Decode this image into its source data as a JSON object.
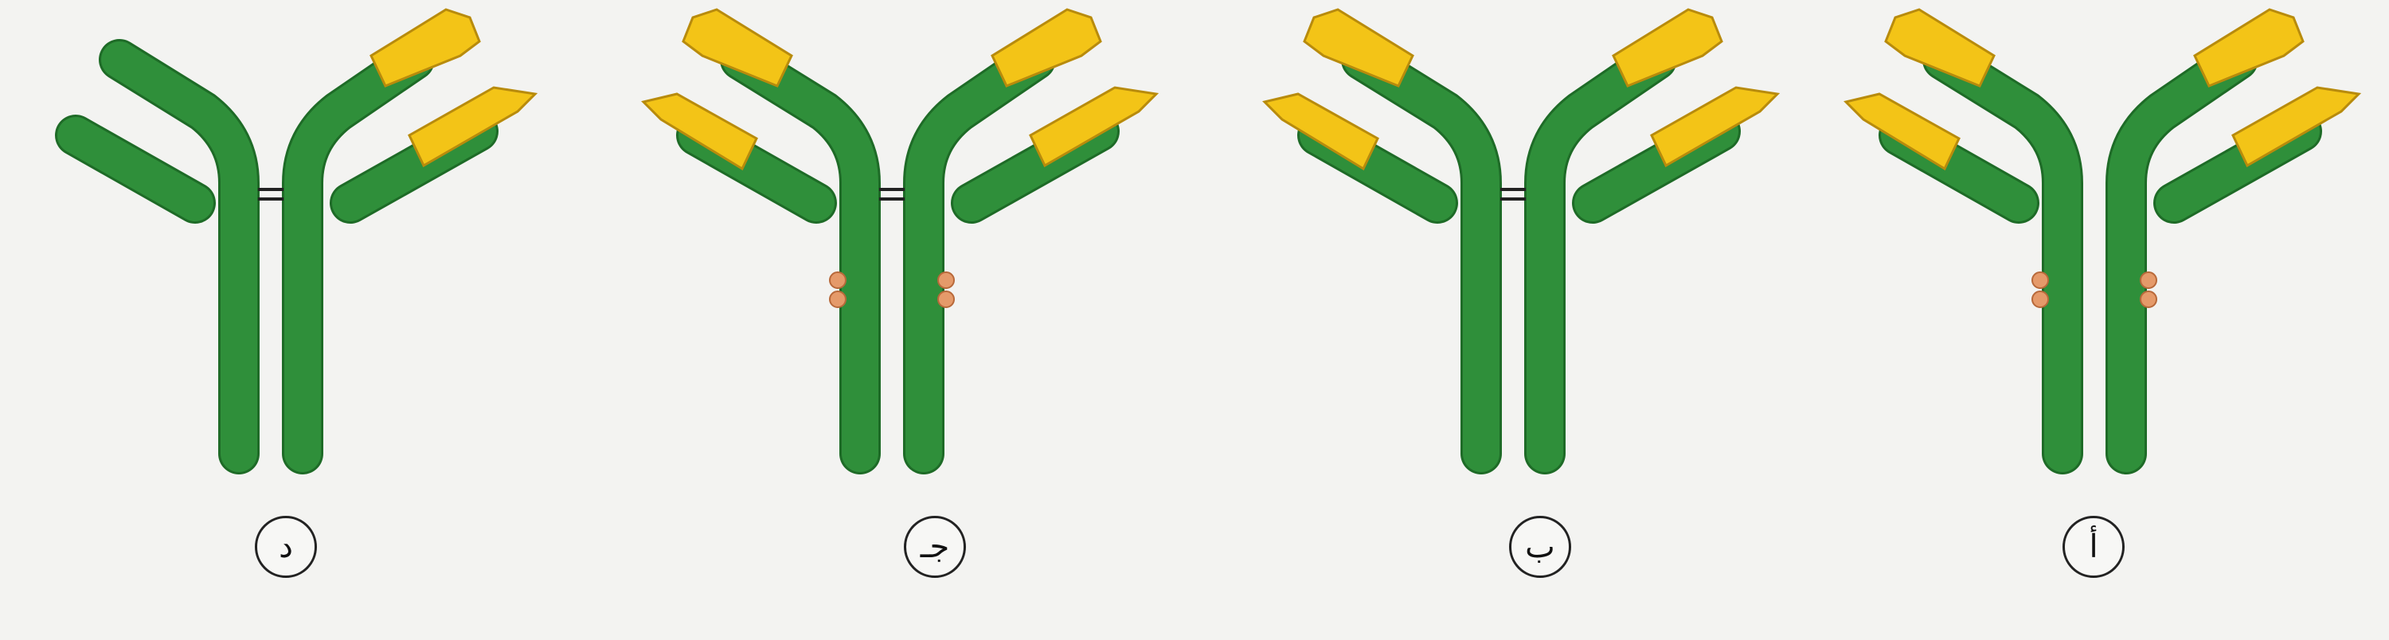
{
  "colors": {
    "heavy_chain": "#2f8f3a",
    "heavy_chain_dark": "#1e6b27",
    "variable_region": "#f3c417",
    "variable_region_dark": "#b88b0c",
    "disulfide": "#222222",
    "carbohydrate": "#e59a6a",
    "background": "#f3f3f1"
  },
  "antibodies": [
    {
      "id": "a",
      "label": "أ",
      "left_arm_variable": true,
      "right_arm_variable": true,
      "disulfide_bond": false,
      "carbohydrate": true
    },
    {
      "id": "b",
      "label": "ب",
      "left_arm_variable": true,
      "right_arm_variable": true,
      "disulfide_bond": true,
      "carbohydrate": false
    },
    {
      "id": "c",
      "label": "جـ",
      "left_arm_variable": true,
      "right_arm_variable": true,
      "disulfide_bond": true,
      "carbohydrate": true
    },
    {
      "id": "d",
      "label": "د",
      "left_arm_variable": false,
      "right_arm_variable": true,
      "disulfide_bond": true,
      "carbohydrate": false
    }
  ]
}
